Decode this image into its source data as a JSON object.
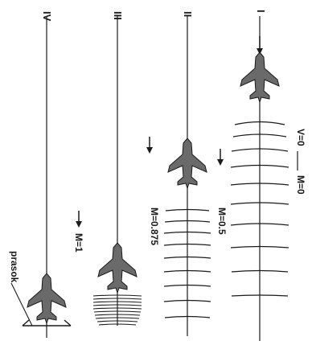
{
  "figure": {
    "panels": [
      {
        "numeral": "I",
        "mach": "M=0",
        "speed": "V=0",
        "wave_count": 10,
        "plane_pos": 0.28
      },
      {
        "numeral": "II",
        "mach": "M=0.5",
        "wave_count": 9,
        "plane_pos": 0.5
      },
      {
        "numeral": "III",
        "mach": "M=0.875",
        "wave_count": 13,
        "plane_pos": 0.78
      },
      {
        "numeral": "IV",
        "mach": "M=1",
        "wave_count": 1,
        "plane_pos": 0.92
      }
    ],
    "angle_label": "prasok",
    "colors": {
      "ink": "#1a1a1a",
      "plane": "#6a6a6a"
    }
  }
}
